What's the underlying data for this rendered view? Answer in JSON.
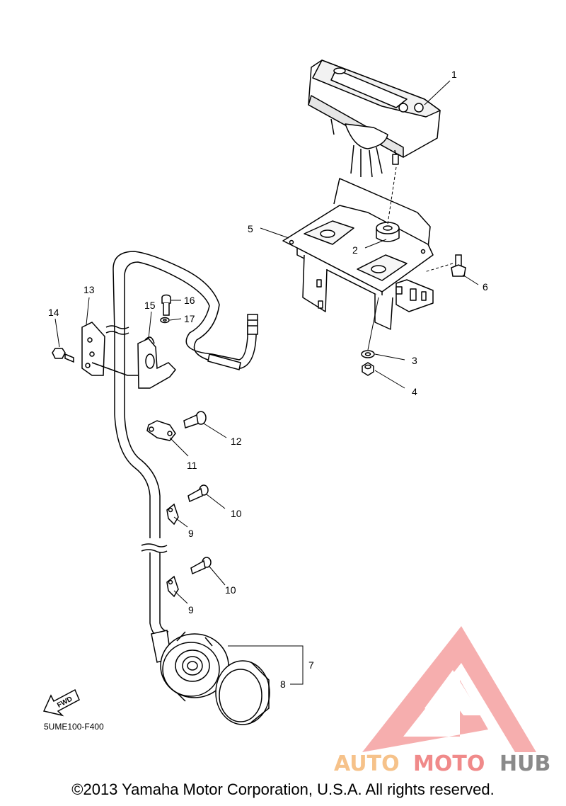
{
  "diagram": {
    "callouts": {
      "c1": "1",
      "c2": "2",
      "c3": "3",
      "c4": "4",
      "c5": "5",
      "c6": "6",
      "c7": "7",
      "c8": "8",
      "c9a": "9",
      "c9b": "9",
      "c10a": "10",
      "c10b": "10",
      "c11": "11",
      "c12": "12",
      "c13": "13",
      "c14": "14",
      "c15": "15",
      "c16": "16",
      "c17": "17"
    },
    "fwd_label": "FWD",
    "diagram_code": "5UME100-F400"
  },
  "watermark": {
    "part1": "AUTO",
    "part2": "MOTO",
    "part3": "HUB",
    "colors": {
      "triangle": "#f4a0a0",
      "auto": "#f6c28a",
      "moto": "#f08a8a",
      "hub": "#8a8a8a"
    }
  },
  "footer": {
    "copyright": "©2013 Yamaha Motor Corporation, U.S.A. All rights reserved."
  }
}
